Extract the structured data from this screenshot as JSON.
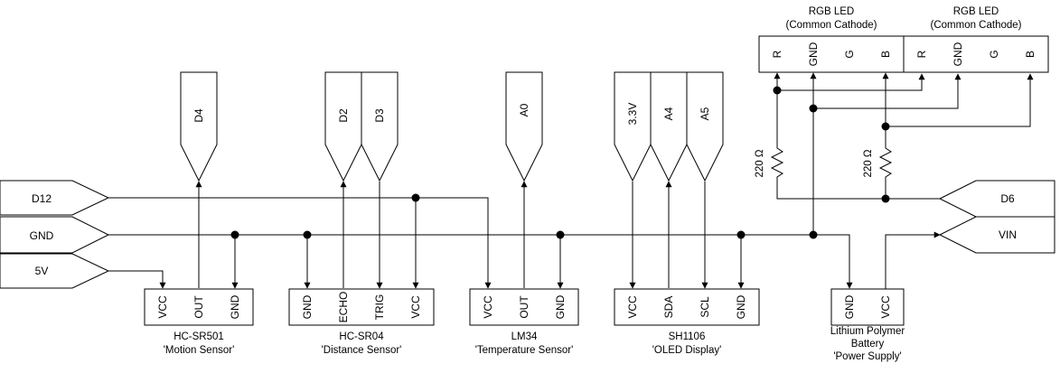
{
  "left_ports": {
    "d12": "D12",
    "gnd": "GND",
    "v5": "5V"
  },
  "right_ports": {
    "d6": "D6",
    "vin": "VIN"
  },
  "top_pins": {
    "d4": "D4",
    "d2": "D2",
    "d3": "D3",
    "a0": "A0",
    "v33": "3.3V",
    "a4": "A4",
    "a5": "A5"
  },
  "components": {
    "pir": {
      "pins": [
        "VCC",
        "OUT",
        "GND"
      ],
      "name": "HC-SR501",
      "desc": "'Motion Sensor'"
    },
    "sonar": {
      "pins": [
        "GND",
        "ECHO",
        "TRIG",
        "VCC"
      ],
      "name": "HC-SR04",
      "desc": "'Distance Sensor'"
    },
    "temp": {
      "pins": [
        "VCC",
        "OUT",
        "GND"
      ],
      "name": "LM34",
      "desc": "'Temperature Sensor'"
    },
    "oled": {
      "pins": [
        "VCC",
        "SDA",
        "SCL",
        "GND"
      ],
      "name": "SH1106",
      "desc": "'OLED Display'"
    },
    "battery": {
      "pins": [
        "GND",
        "VCC"
      ],
      "name": "Lithium Polymer",
      "name2": "Battery",
      "desc": "'Power Supply'"
    }
  },
  "leds": {
    "led1": {
      "title": "RGB LED",
      "subtitle": "(Common Cathode)",
      "pins": [
        "R",
        "GND",
        "G",
        "B"
      ]
    },
    "led2": {
      "title": "RGB LED",
      "subtitle": "(Common Cathode)",
      "pins": [
        "R",
        "GND",
        "G",
        "B"
      ]
    }
  },
  "resistors": {
    "r1": "220 Ω",
    "r2": "220 Ω"
  }
}
